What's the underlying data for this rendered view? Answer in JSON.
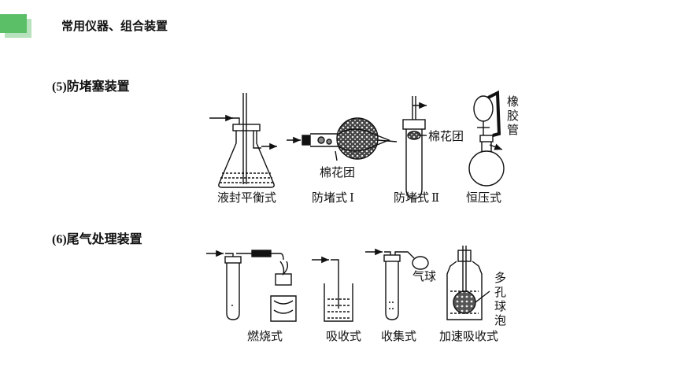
{
  "header": {
    "title": "常用仪器、组合装置"
  },
  "section5": {
    "number": "(5)",
    "title": "防堵塞装置",
    "labels": {
      "apparatus1": "液封平衡式",
      "apparatus2_prefix": "防堵式",
      "apparatus2_roman": "Ⅰ",
      "apparatus3_prefix": "防堵式",
      "apparatus3_roman": "Ⅱ",
      "apparatus4": "恒压式",
      "cotton1": "棉花团",
      "cotton2": "棉花团",
      "rubber_tube": [
        "橡",
        "胶",
        "管"
      ]
    }
  },
  "section6": {
    "number": "(6)",
    "title": "尾气处理装置",
    "labels": {
      "apparatus1": "燃烧式",
      "apparatus2": "吸收式",
      "apparatus3": "收集式",
      "apparatus4": "加速吸收式",
      "balloon": "气球",
      "porous_bulb": [
        "多",
        "孔",
        "球",
        "泡"
      ]
    }
  }
}
